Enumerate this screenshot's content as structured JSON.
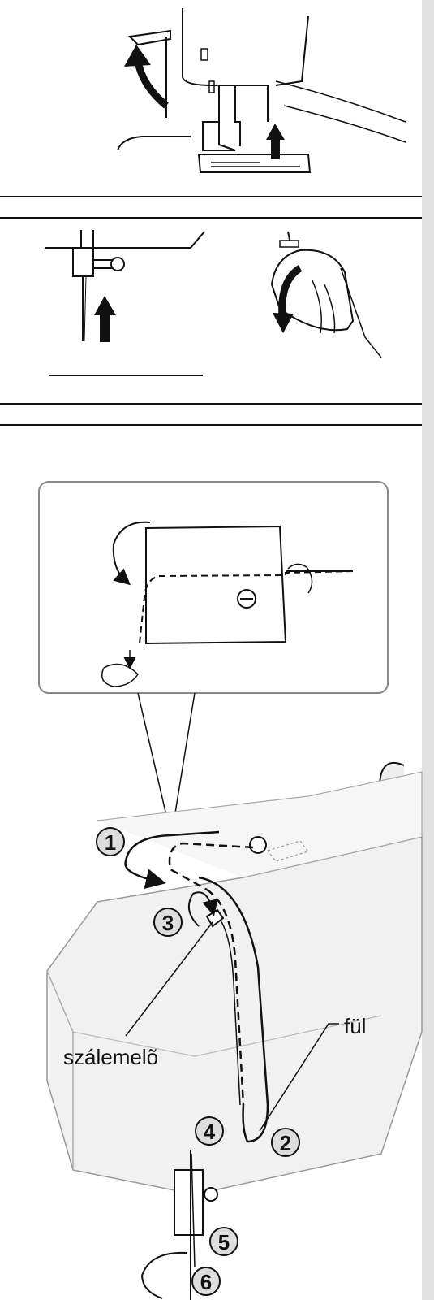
{
  "labels": {
    "thread_take_up": "szálemelõ",
    "tab": "fül"
  },
  "steps": [
    "1",
    "2",
    "3",
    "4",
    "5",
    "6"
  ],
  "colors": {
    "line": "#111111",
    "machine_fill": "#f1f1f1",
    "panel_border": "#888888",
    "badge_fill": "#dddddd"
  }
}
